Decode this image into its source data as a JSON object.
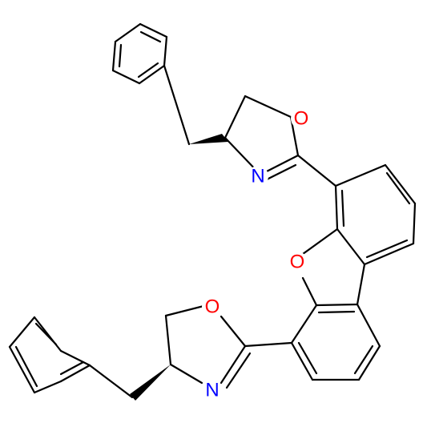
{
  "molecule": {
    "atoms": {
      "o_top": "O",
      "n_top": "N",
      "o_furan": "O",
      "o_bottom": "O",
      "n_bottom": "N"
    },
    "colors": {
      "oxygen": "#ff0000",
      "nitrogen": "#0000ff",
      "bond": "#000000",
      "background": "#ffffff"
    }
  }
}
